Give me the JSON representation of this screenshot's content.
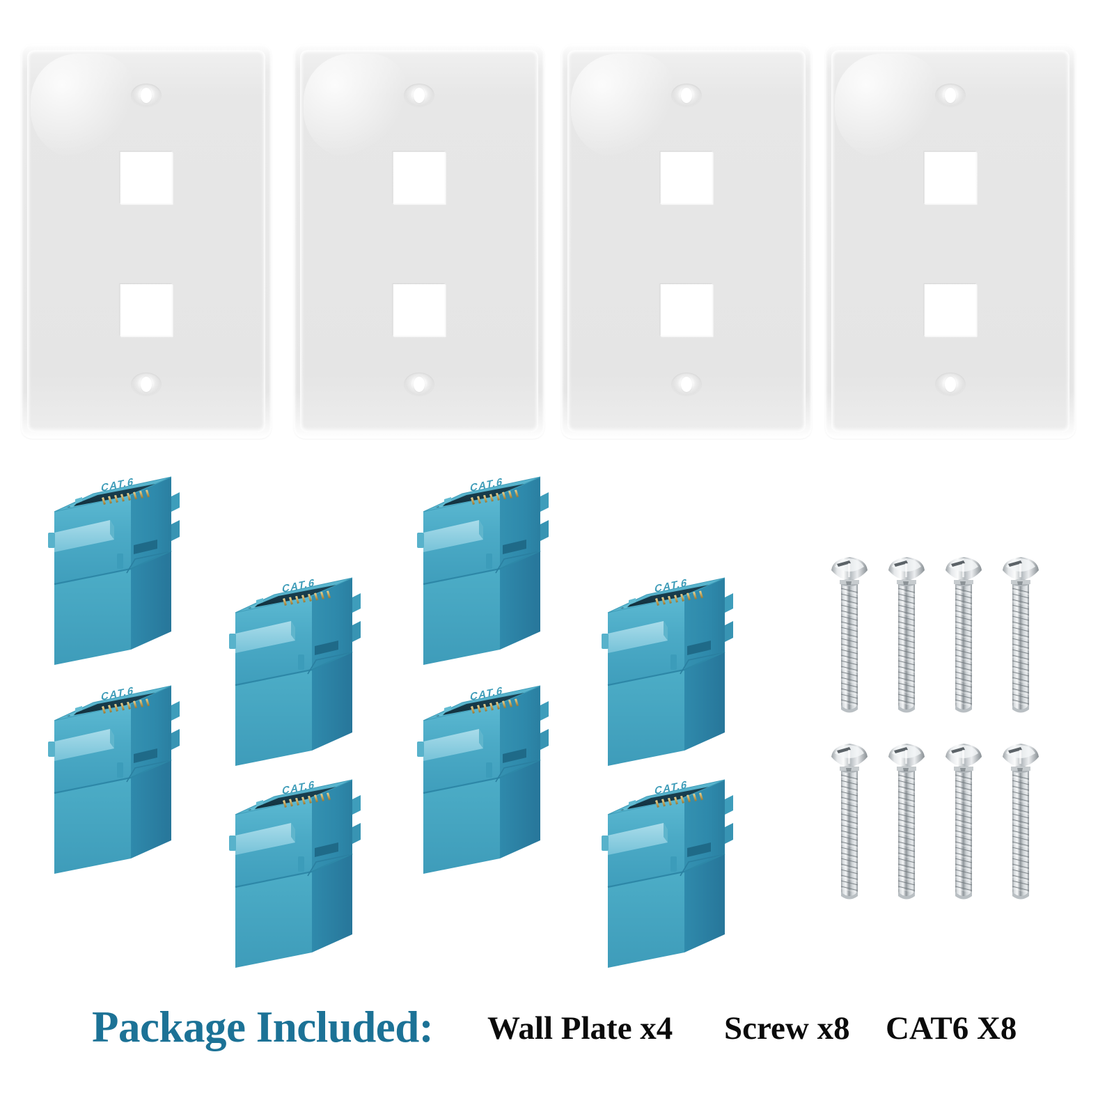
{
  "product": {
    "background_color": "#ffffff",
    "accent_color": "#1C7296",
    "plate_color": "#e8e8e8",
    "jack_color": "#4BACC6",
    "screw_color": "#c9ccce"
  },
  "caption": {
    "heading": "Package Included:",
    "items": [
      {
        "label": "Wall Plate x4"
      },
      {
        "label": "Screw x8"
      },
      {
        "label": "CAT6 X8"
      }
    ]
  },
  "wall_plates": {
    "count": 4,
    "port_count_each": 2,
    "screw_hole_count_each": 2,
    "items": [
      {
        "name": "wall-plate-1"
      },
      {
        "name": "wall-plate-2"
      },
      {
        "name": "wall-plate-3"
      },
      {
        "name": "wall-plate-4"
      }
    ]
  },
  "keystone_jacks": {
    "count": 8,
    "marking": "CAT.6",
    "items": [
      {
        "name": "keystone-jack-1",
        "marking": "CAT.6"
      },
      {
        "name": "keystone-jack-2",
        "marking": "CAT.6"
      },
      {
        "name": "keystone-jack-3",
        "marking": "CAT.6"
      },
      {
        "name": "keystone-jack-4",
        "marking": "CAT.6"
      },
      {
        "name": "keystone-jack-5",
        "marking": "CAT.6"
      },
      {
        "name": "keystone-jack-6",
        "marking": "CAT.6"
      },
      {
        "name": "keystone-jack-7",
        "marking": "CAT.6"
      },
      {
        "name": "keystone-jack-8",
        "marking": "CAT.6"
      }
    ]
  },
  "screws": {
    "count": 8,
    "rows": 2,
    "per_row": 4,
    "head_type": "oval-slotted"
  }
}
